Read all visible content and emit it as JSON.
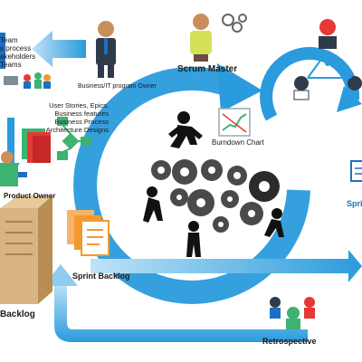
{
  "stakeholders_lines": [
    "Team",
    "s process",
    "akeholders",
    "Teams"
  ],
  "business_owner_label": "Business/IT program Owner",
  "scrum_master_label": "Scrum Master",
  "features_lines": [
    "User Stories, Epics,",
    "Business features",
    "Business Process",
    "Architecture Designs"
  ],
  "burndown_label": "Burndown Chart",
  "product_owner_label": "Product Owner",
  "sprint_label_partial": "Spri",
  "sprint_backlog_label": "Sprint  Backlog",
  "backlog_label": "Backlog",
  "retrospective_label": "Retrospective",
  "colors": {
    "arrow_blue": "#2a9bdc",
    "arrow_light": "#bfe3f7",
    "green": "#3cb371",
    "orange": "#f29a2e",
    "red": "#e53935",
    "tan": "#c9a36b"
  }
}
